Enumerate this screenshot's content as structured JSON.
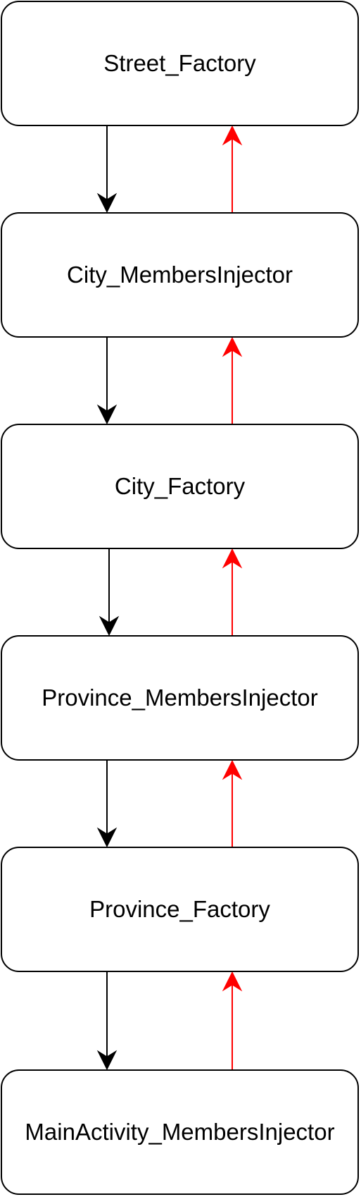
{
  "diagram": {
    "nodes": [
      {
        "id": "street-factory",
        "label": "Street_Factory"
      },
      {
        "id": "city-members-injector",
        "label": "City_MembersInjector"
      },
      {
        "id": "city-factory",
        "label": "City_Factory"
      },
      {
        "id": "province-members-injector",
        "label": "Province_MembersInjector"
      },
      {
        "id": "province-factory",
        "label": "Province_Factory"
      },
      {
        "id": "mainactivity-members-injector",
        "label": "MainActivity_MembersInjector"
      }
    ],
    "edges": [
      {
        "from": "street-factory",
        "to": "city-members-injector",
        "color": "#000000"
      },
      {
        "from": "city-members-injector",
        "to": "street-factory",
        "color": "#ff0000"
      },
      {
        "from": "city-members-injector",
        "to": "city-factory",
        "color": "#000000"
      },
      {
        "from": "city-factory",
        "to": "city-members-injector",
        "color": "#ff0000"
      },
      {
        "from": "city-factory",
        "to": "province-members-injector",
        "color": "#000000"
      },
      {
        "from": "province-members-injector",
        "to": "city-factory",
        "color": "#ff0000"
      },
      {
        "from": "province-members-injector",
        "to": "province-factory",
        "color": "#000000"
      },
      {
        "from": "province-factory",
        "to": "province-members-injector",
        "color": "#ff0000"
      },
      {
        "from": "province-factory",
        "to": "mainactivity-members-injector",
        "color": "#000000"
      },
      {
        "from": "mainactivity-members-injector",
        "to": "province-factory",
        "color": "#ff0000"
      }
    ],
    "colors": {
      "down_arrow": "#000000",
      "up_arrow": "#ff0000",
      "node_border": "#000000",
      "node_fill": "#ffffff"
    }
  }
}
